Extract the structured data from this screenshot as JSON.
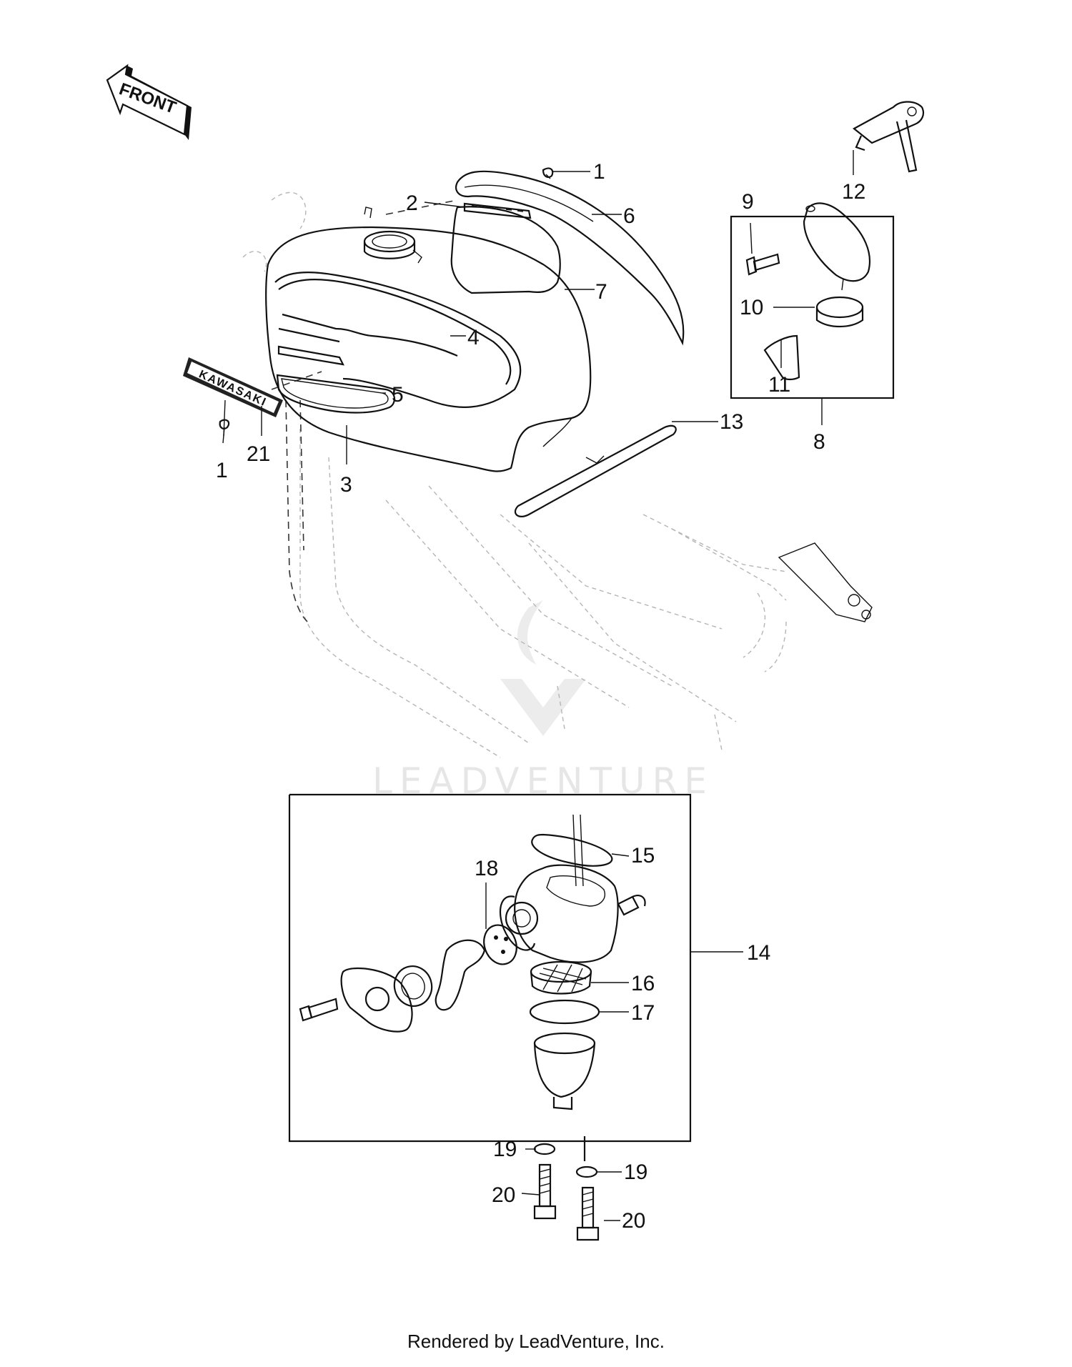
{
  "diagram": {
    "front_arrow_label": "FRONT",
    "emblem_text": "KAWASAKI",
    "watermark_text": "LEADVENTURE",
    "callouts": {
      "c1a": "1",
      "c1b": "1",
      "c2": "2",
      "c3": "3",
      "c4": "4",
      "c5": "5",
      "c6": "6",
      "c7": "7",
      "c8": "8",
      "c9": "9",
      "c10": "10",
      "c11": "11",
      "c12": "12",
      "c13": "13",
      "c14": "14",
      "c15": "15",
      "c16": "16",
      "c17": "17",
      "c18": "18",
      "c19a": "19",
      "c19b": "19",
      "c20a": "20",
      "c20b": "20",
      "c21": "21"
    }
  },
  "footer": {
    "text": "Rendered by LeadVenture, Inc."
  }
}
